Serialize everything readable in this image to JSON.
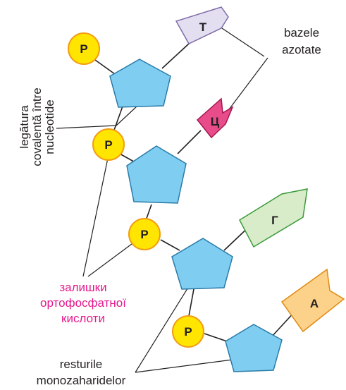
{
  "colors": {
    "sugar_fill": "#7fcef2",
    "sugar_stroke": "#2a7ba8",
    "phosphate_fill": "#ffe500",
    "phosphate_stroke": "#f39c12",
    "base_T": "#e3def0",
    "base_Ts": "#e94c8a",
    "base_G": "#d8ecc9",
    "base_A": "#fcd28a",
    "pink_text": "#e5198c"
  },
  "phosphates": [
    {
      "label": "P"
    },
    {
      "label": "P"
    },
    {
      "label": "P"
    },
    {
      "label": "P"
    }
  ],
  "bases": [
    {
      "label": "Т",
      "icon": "base-t-icon"
    },
    {
      "label": "Ц",
      "icon": "base-ts-icon"
    },
    {
      "label": "Г",
      "icon": "base-g-icon"
    },
    {
      "label": "А",
      "icon": "base-a-icon"
    }
  ],
  "labels": {
    "covalent_bond": [
      "legătura",
      "covalentă între",
      "nucleotide"
    ],
    "nitrogen_bases": [
      "bazele",
      "azotate"
    ],
    "phosphoric_acid": [
      "залишки",
      "ортофосфатної",
      "кислоти"
    ],
    "sugars": [
      "resturile",
      "monozaharidelor"
    ]
  }
}
